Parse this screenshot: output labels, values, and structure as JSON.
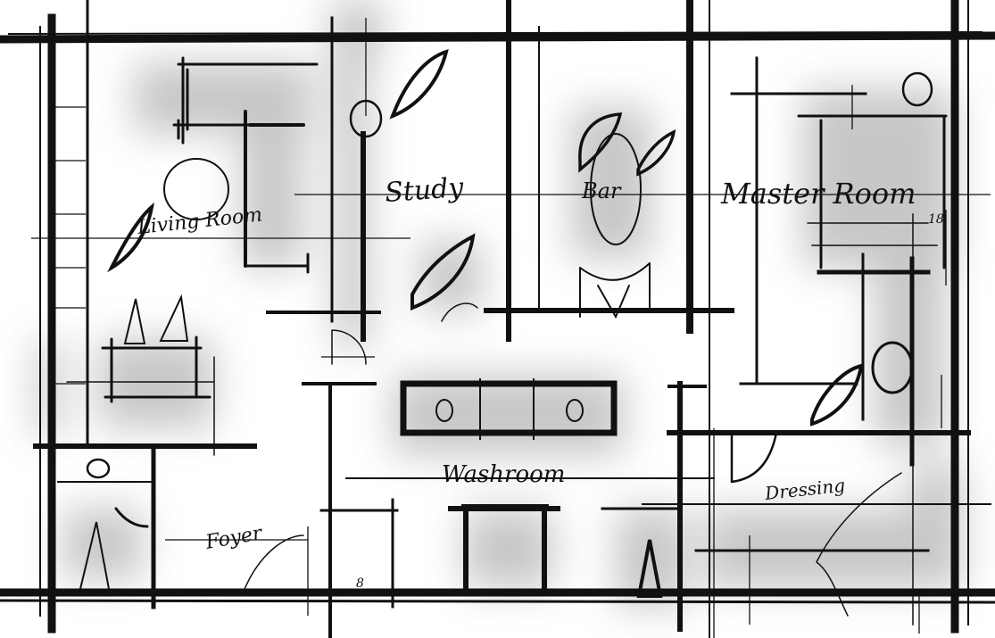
{
  "floor_plan": {
    "colors": {
      "ink": "#111111",
      "shade": "#9a9a9a",
      "paper": "#ffffff"
    },
    "rooms": {
      "living": "Living Room",
      "study": "Study",
      "bar": "Bar",
      "master": "Master Room",
      "washroom": "Washroom",
      "dressing": "Dressing",
      "foyer": "Foyer"
    },
    "annotations": {
      "master_mark": "18",
      "washroom_mark": "8"
    }
  }
}
